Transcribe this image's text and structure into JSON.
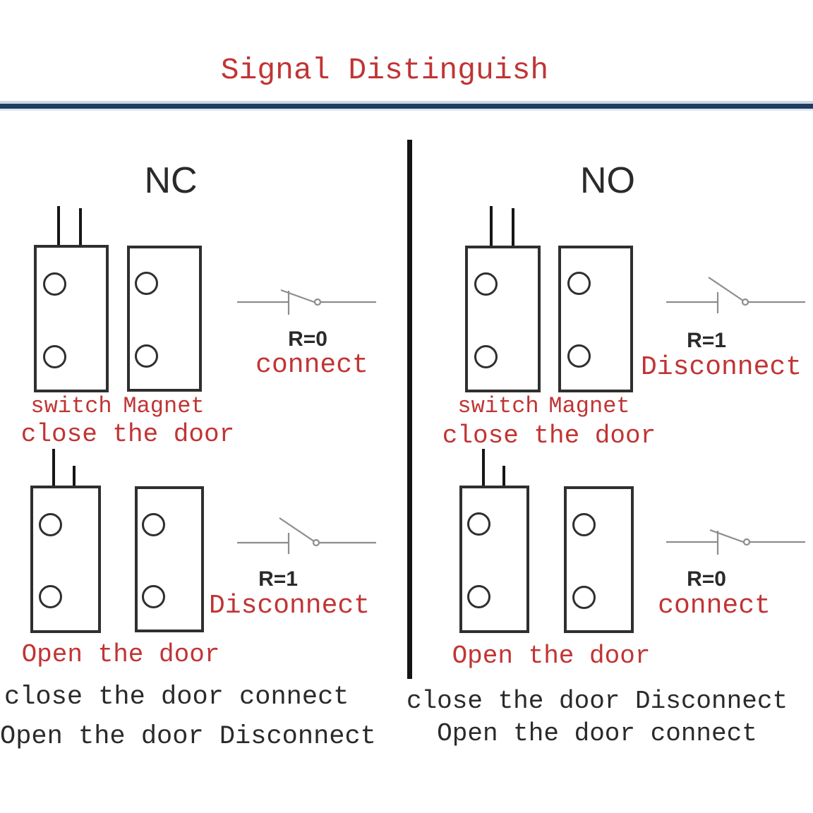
{
  "title": "Signal Distinguish",
  "colors": {
    "accent_red": "#c13434",
    "rule_navy": "#1e3c64",
    "ink": "#2a2a2a",
    "symbol_gray": "#8d8d8d"
  },
  "panels": [
    {
      "label": "NC",
      "scenarios": [
        {
          "switch_label": "switch",
          "magnet_label": "Magnet",
          "state_caption": "close the door",
          "r_value": "R=0",
          "result": "connect",
          "switch_state": "closed",
          "magnet_position": "together"
        },
        {
          "state_caption": "Open the door",
          "r_value": "R=1",
          "result": "Disconnect",
          "switch_state": "open",
          "magnet_position": "apart"
        }
      ],
      "summary_lines": [
        "close the door connect",
        "Open the door Disconnect"
      ]
    },
    {
      "label": "NO",
      "scenarios": [
        {
          "switch_label": "switch",
          "magnet_label": "Magnet",
          "state_caption": "close the door",
          "r_value": "R=1",
          "result": "Disconnect",
          "switch_state": "open",
          "magnet_position": "together"
        },
        {
          "state_caption": "Open the door",
          "r_value": "R=0",
          "result": "connect",
          "switch_state": "closed",
          "magnet_position": "apart"
        }
      ],
      "summary_lines": [
        "close the door Disconnect",
        "Open the door connect"
      ]
    }
  ]
}
